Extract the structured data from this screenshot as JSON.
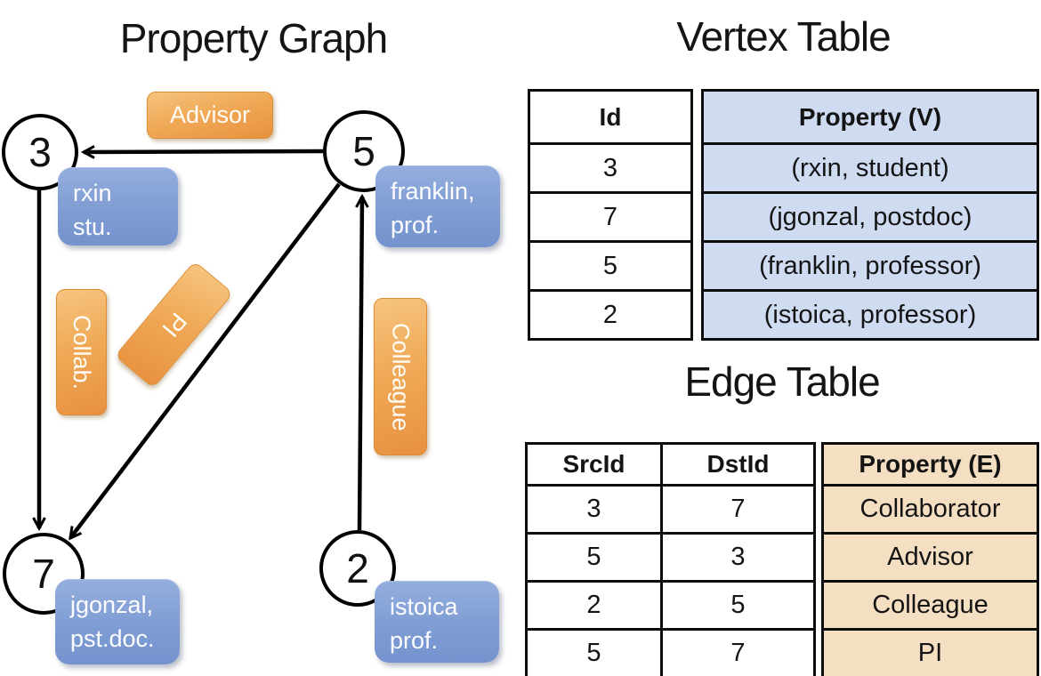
{
  "graph": {
    "title": "Property Graph",
    "nodes": [
      {
        "id": "3",
        "label_lines": [
          "rxin",
          "stu."
        ]
      },
      {
        "id": "5",
        "label_lines": [
          "franklin,",
          "prof."
        ]
      },
      {
        "id": "7",
        "label_lines": [
          "jgonzal,",
          "pst.doc."
        ]
      },
      {
        "id": "2",
        "label_lines": [
          "istoica",
          "prof."
        ]
      }
    ],
    "edge_labels": {
      "advisor": "Advisor",
      "collab": "Collab.",
      "pi": "PI",
      "colleague": "Colleague"
    }
  },
  "vertex_table": {
    "title": "Vertex Table",
    "headers": {
      "id": "Id",
      "property": "Property (V)"
    },
    "rows": [
      {
        "id": "3",
        "property": "(rxin, student)"
      },
      {
        "id": "7",
        "property": "(jgonzal, postdoc)"
      },
      {
        "id": "5",
        "property": "(franklin, professor)"
      },
      {
        "id": "2",
        "property": "(istoica, professor)"
      }
    ]
  },
  "edge_table": {
    "title": "Edge Table",
    "headers": {
      "src": "SrcId",
      "dst": "DstId",
      "property": "Property (E)"
    },
    "rows": [
      {
        "src": "3",
        "dst": "7",
        "property": "Collaborator"
      },
      {
        "src": "5",
        "dst": "3",
        "property": "Advisor"
      },
      {
        "src": "2",
        "dst": "5",
        "property": "Colleague"
      },
      {
        "src": "5",
        "dst": "7",
        "property": "PI"
      }
    ]
  },
  "colors": {
    "edge_line": "#000000",
    "orange_label_top": "#f6c47f",
    "orange_label_bottom": "#e79140",
    "vertex_box_top": "#94aedd",
    "vertex_box_bottom": "#7493ce",
    "vertex_cell_fill": "#cedbf0",
    "edge_cell_fill": "#f5dfc3",
    "table_border": "#0d0d0d"
  }
}
